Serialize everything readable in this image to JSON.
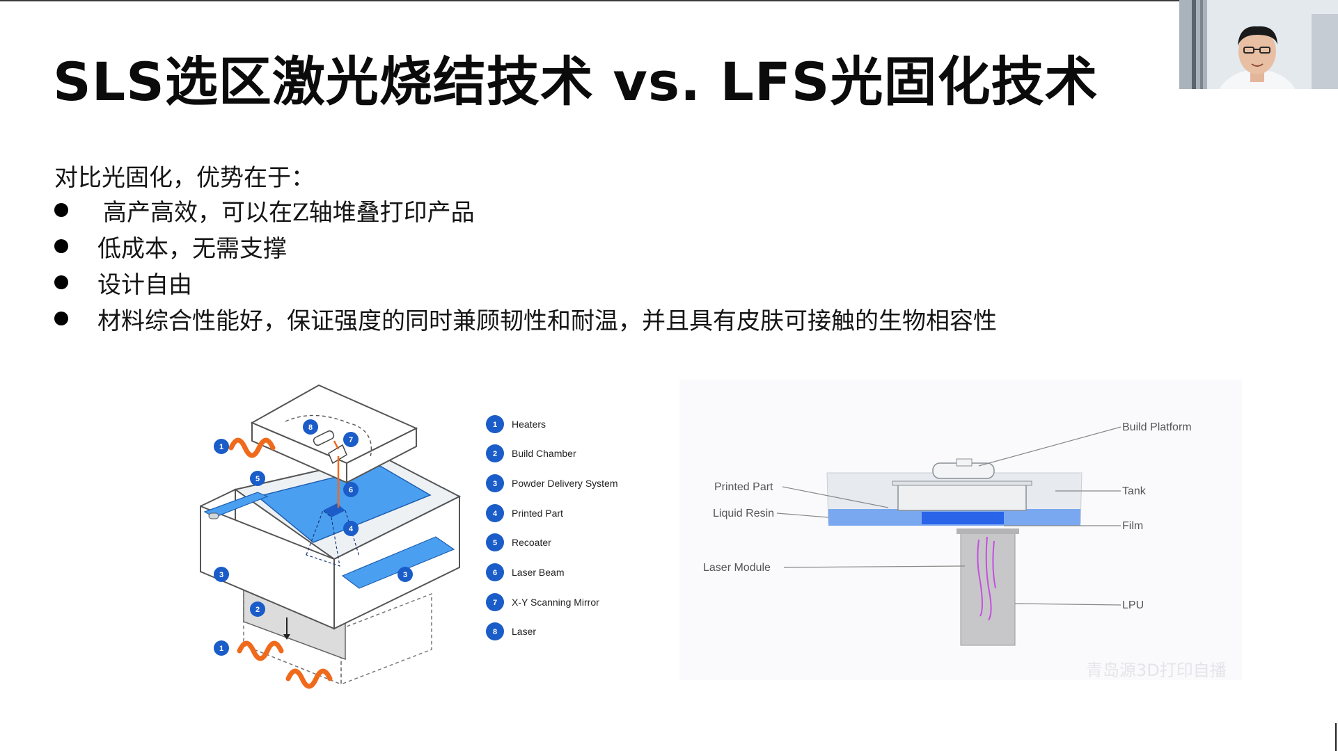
{
  "slide": {
    "title": "SLS选区激光烧结技术 vs. LFS光固化技术",
    "intro": "对比光固化，优势在于：",
    "bullets": [
      "高产高效，可以在Z轴堆叠打印产品",
      "低成本，无需支撑",
      "设计自由",
      "材料综合性能好，保证强度的同时兼顾韧性和耐温，并且具有皮肤可接触的生物相容性"
    ]
  },
  "sls_legend": [
    {
      "num": "1",
      "label": "Heaters"
    },
    {
      "num": "2",
      "label": "Build Chamber"
    },
    {
      "num": "3",
      "label": "Powder Delivery System"
    },
    {
      "num": "4",
      "label": "Printed Part"
    },
    {
      "num": "5",
      "label": "Recoater"
    },
    {
      "num": "6",
      "label": "Laser Beam"
    },
    {
      "num": "7",
      "label": "X-Y Scanning Mirror"
    },
    {
      "num": "8",
      "label": "Laser"
    }
  ],
  "lfs_labels": {
    "build_platform": "Build Platform",
    "printed_part": "Printed Part",
    "tank": "Tank",
    "liquid_resin": "Liquid Resin",
    "film": "Film",
    "laser_module": "Laser Module",
    "lpu": "LPU"
  },
  "watermark": "青岛源3D打印自播",
  "colors": {
    "accent_blue": "#1a5cc8",
    "bed_blue": "#4a9ff0",
    "heater_orange": "#f06a1c",
    "resin_blue": "#7aa8f0",
    "film_blue": "#2a64e8"
  }
}
